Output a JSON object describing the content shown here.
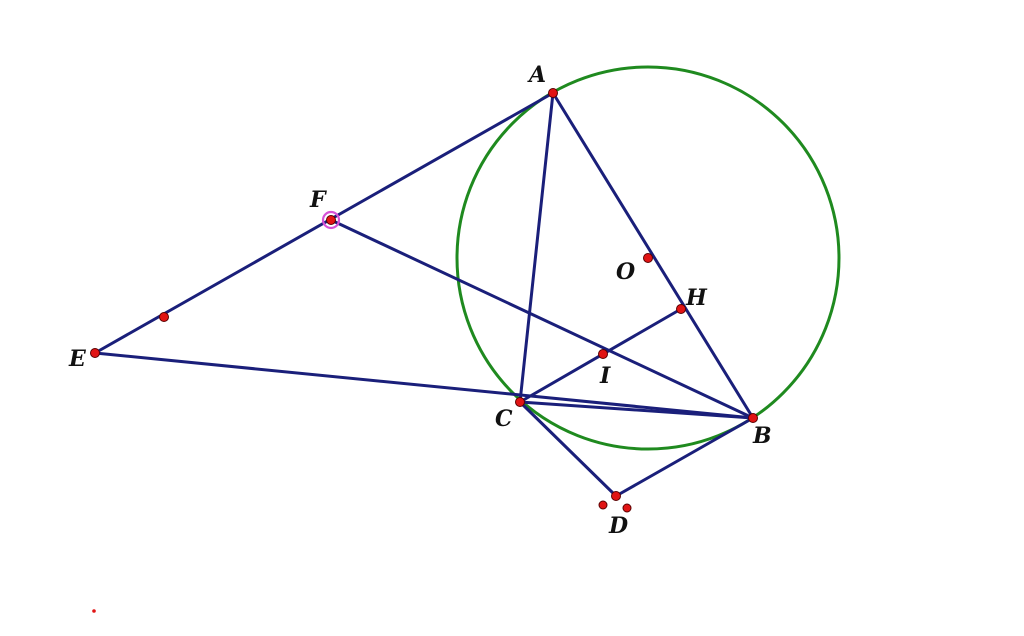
{
  "points": {
    "A": {
      "label": "A"
    },
    "B": {
      "label": "B"
    },
    "C": {
      "label": "C"
    },
    "D": {
      "label": "D"
    },
    "E": {
      "label": "E"
    },
    "F": {
      "label": "F"
    },
    "H": {
      "label": "H"
    },
    "I": {
      "label": "I"
    },
    "O": {
      "label": "O"
    }
  },
  "colors": {
    "segment": "#1a1f7a",
    "circle": "#1f8a1f",
    "point": "#e11414",
    "selection": "#d651d6"
  }
}
